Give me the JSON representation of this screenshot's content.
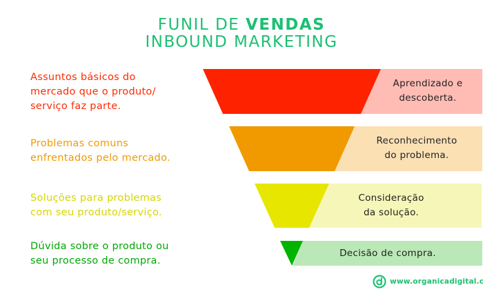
{
  "title": {
    "line1_prefix": "FUNIL DE ",
    "line1_bold": "VENDAS",
    "line2": "INBOUND MARKETING"
  },
  "stages": [
    {
      "description": [
        "Assuntos básicos do",
        "mercado que o produto/",
        "serviço faz parte."
      ],
      "stage": [
        "Aprendizado e",
        "descoberta."
      ],
      "color": "#ff2200",
      "light": "#ffbcb4",
      "text_color": "#ff2a00"
    },
    {
      "description": [
        "Problemas comuns",
        "enfrentados pelo mercado."
      ],
      "stage": [
        "Reconhecimento",
        "do problema."
      ],
      "color": "#f09a00",
      "light": "#fbe0b4",
      "text_color": "#f09a00"
    },
    {
      "description": [
        "Soluções para problemas",
        "com seu produto/serviço."
      ],
      "stage": [
        "Consideração",
        "da solução."
      ],
      "color": "#e6e600",
      "light": "#f6f6b9",
      "text_color": "#d6d600"
    },
    {
      "description": [
        "Dúvida sobre o produto ou",
        "seu processo de compra."
      ],
      "stage": [
        "Decisão de compra."
      ],
      "color": "#00b400",
      "light": "#bae8b6",
      "text_color": "#00a800"
    }
  ],
  "footer": {
    "url": "www.organicadigital.com",
    "logo_icon": "organica-digital-logo"
  }
}
